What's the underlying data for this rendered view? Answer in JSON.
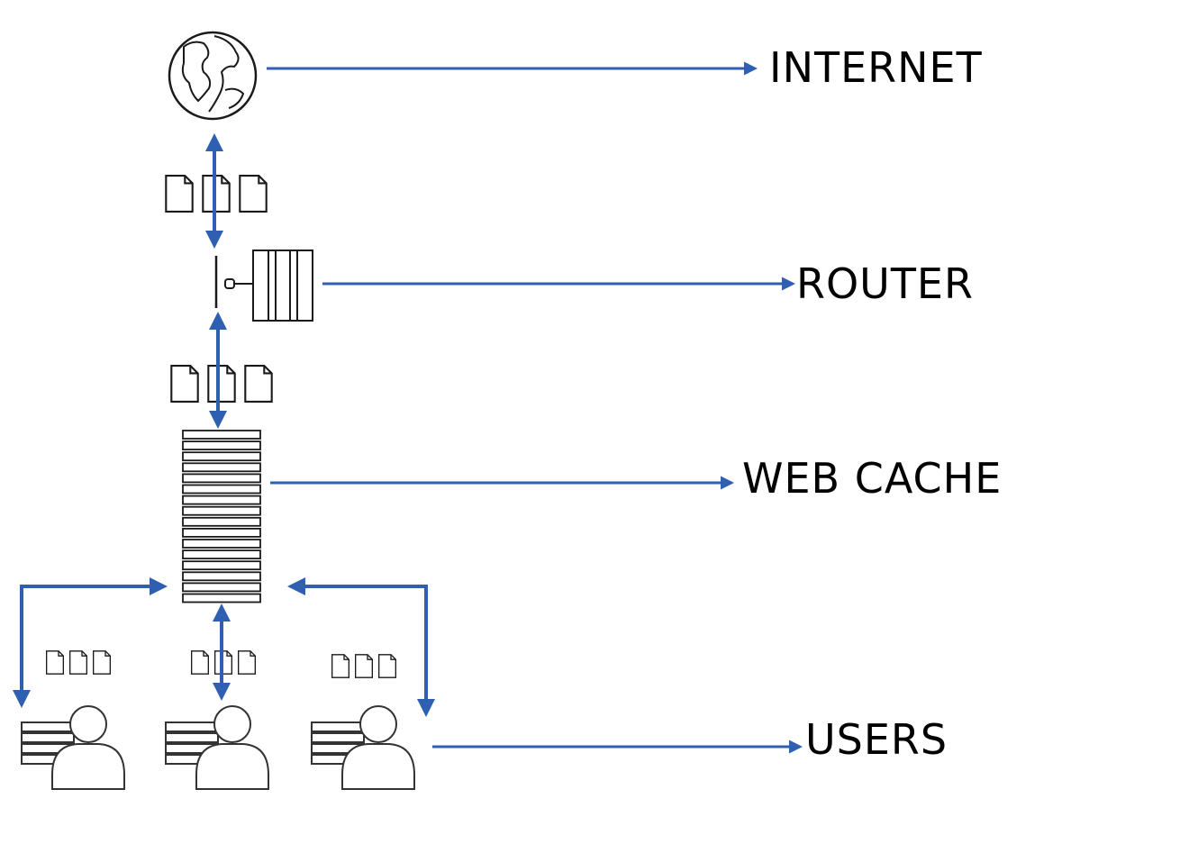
{
  "labels": {
    "internet": "INTERNET",
    "router": "ROUTER",
    "web_cache": "WEB CACHE",
    "users": "USERS"
  },
  "colors": {
    "arrow": "#2e5fb0",
    "outline": "#1a1a1a",
    "background": "#ffffff"
  },
  "icons": {
    "internet": "globe-icon",
    "router": "router-icon",
    "web_cache": "server-stack-icon",
    "users": "user-with-stack-icon",
    "documents": "document-icon"
  }
}
